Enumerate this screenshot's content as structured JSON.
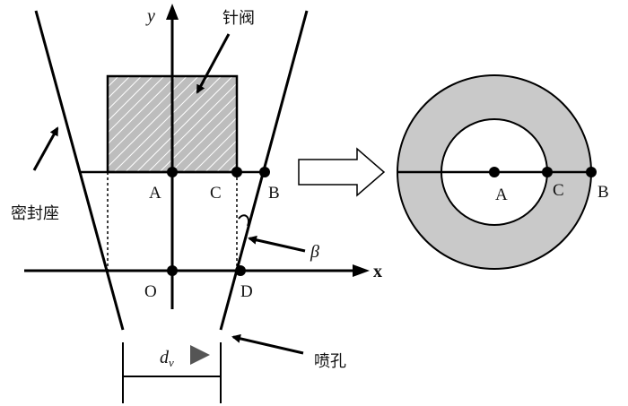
{
  "labels": {
    "needle_valve": "针阀",
    "seal_seat": "密封座",
    "nozzle_hole": "喷孔",
    "axis_y": "y",
    "axis_x": "x",
    "point_A": "A",
    "point_B": "B",
    "point_C": "C",
    "point_D": "D",
    "point_O": "O",
    "angle_beta": "β",
    "dim_d": "d",
    "dim_sub": "v",
    "ring_A": "A",
    "ring_B": "B",
    "ring_C": "C"
  },
  "colors": {
    "stroke": "#000000",
    "hatch_fill": "#bdbdbd",
    "ring_fill": "#c9c9c9",
    "triangle": "#555555"
  }
}
